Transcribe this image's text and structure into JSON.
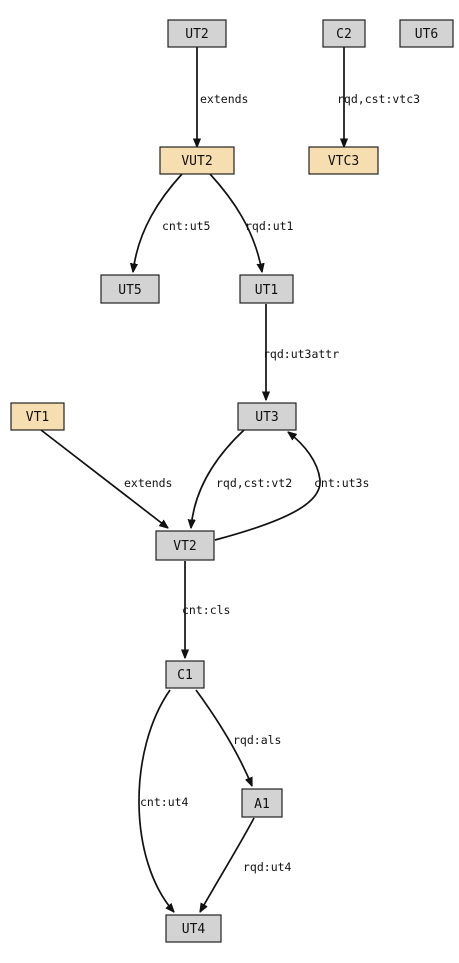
{
  "colors": {
    "node_gray": "#d3d3d3",
    "node_tan": "#f6deb0",
    "stroke": "#222222",
    "edge": "#111111"
  },
  "nodes": [
    {
      "id": "UT2",
      "label": "UT2",
      "style": "gray"
    },
    {
      "id": "C2",
      "label": "C2",
      "style": "gray"
    },
    {
      "id": "UT6",
      "label": "UT6",
      "style": "gray"
    },
    {
      "id": "VUT2",
      "label": "VUT2",
      "style": "tan"
    },
    {
      "id": "VTC3",
      "label": "VTC3",
      "style": "tan"
    },
    {
      "id": "UT5",
      "label": "UT5",
      "style": "gray"
    },
    {
      "id": "UT1",
      "label": "UT1",
      "style": "gray"
    },
    {
      "id": "VT1",
      "label": "VT1",
      "style": "tan"
    },
    {
      "id": "UT3",
      "label": "UT3",
      "style": "gray"
    },
    {
      "id": "VT2",
      "label": "VT2",
      "style": "gray"
    },
    {
      "id": "C1",
      "label": "C1",
      "style": "gray"
    },
    {
      "id": "A1",
      "label": "A1",
      "style": "gray"
    },
    {
      "id": "UT4",
      "label": "UT4",
      "style": "gray"
    }
  ],
  "edges": [
    {
      "id": "e1",
      "from": "UT2",
      "to": "VUT2",
      "label": "extends"
    },
    {
      "id": "e2",
      "from": "C2",
      "to": "VTC3",
      "label": "rqd,cst:vtc3"
    },
    {
      "id": "e3",
      "from": "VUT2",
      "to": "UT5",
      "label": "cnt:ut5"
    },
    {
      "id": "e4",
      "from": "VUT2",
      "to": "UT1",
      "label": "rqd:ut1"
    },
    {
      "id": "e5",
      "from": "UT1",
      "to": "UT3",
      "label": "rqd:ut3attr"
    },
    {
      "id": "e6",
      "from": "VT1",
      "to": "VT2",
      "label": "extends"
    },
    {
      "id": "e7",
      "from": "UT3",
      "to": "VT2",
      "label": "rqd,cst:vt2"
    },
    {
      "id": "e8",
      "from": "VT2",
      "to": "UT3",
      "label": "cnt:ut3s"
    },
    {
      "id": "e9",
      "from": "VT2",
      "to": "C1",
      "label": "cnt:cls"
    },
    {
      "id": "e10",
      "from": "C1",
      "to": "A1",
      "label": "rqd:als"
    },
    {
      "id": "e11",
      "from": "C1",
      "to": "UT4",
      "label": "cnt:ut4"
    },
    {
      "id": "e12",
      "from": "A1",
      "to": "UT4",
      "label": "rqd:ut4"
    }
  ]
}
